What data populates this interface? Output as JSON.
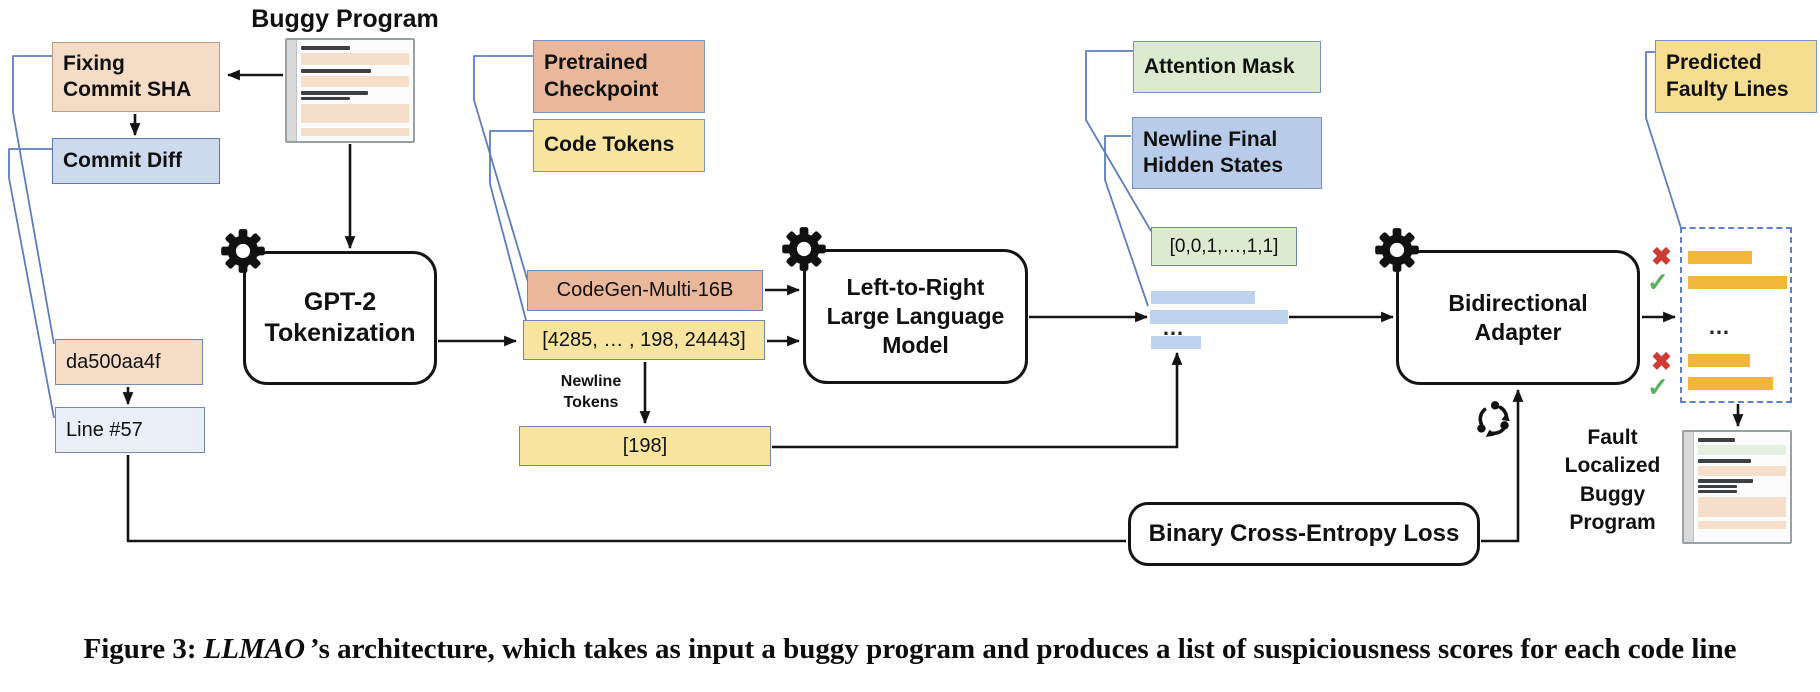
{
  "nodes": {
    "buggy_program_title": "Buggy Program",
    "fixing_commit_sha": "Fixing\nCommit SHA",
    "commit_diff": "Commit Diff",
    "commit_sha_value": "da500aa4f",
    "line_number_value": "Line #57",
    "gpt2_tokenization": "GPT-2\nTokenization",
    "pretrained_checkpoint": "Pretrained\nCheckpoint",
    "code_tokens": "Code Tokens",
    "codegen_model_value": "CodeGen-Multi-16B",
    "code_tokens_value": "[4285, … , 198, 24443]",
    "newline_tokens_label": "Newline\nTokens",
    "newline_token_value": "[198]",
    "llm": "Left-to-Right\nLarge Language\nModel",
    "attention_mask": "Attention Mask",
    "newline_final_hidden_states": "Newline Final\nHidden States",
    "attention_mask_value": "[0,0,1,…,1,1]",
    "hidden_states_ellipsis": "…",
    "bidirectional_adapter": "Bidirectional\nAdapter",
    "binary_cross_entropy_loss": "Binary Cross-Entropy Loss",
    "predicted_faulty_lines": "Predicted\nFaulty Lines",
    "faulty_lines_ellipsis": "…",
    "fault_localized_label": "Fault\nLocalized\nBuggy\nProgram",
    "cross_mark": "✖",
    "check_mark": "✓"
  },
  "caption": {
    "figure_label": "Figure 3:",
    "system_name": "LLMAO",
    "rest": "’s architecture, which takes as input a buggy program and produces a list of suspiciousness scores for each code line"
  },
  "colors": {
    "peach_fill": "#f4dcc6",
    "salmon_fill": "#e9b89b",
    "yellow_fill": "#f7e49e",
    "green_fill": "#dcebd0",
    "blue_fill": "#b8cce9",
    "light_blue_fill": "#cdd9ec",
    "pale_blue_fill": "#eaeef8",
    "hidden_state_bar": "#bdd2ec",
    "faulty_line_bar": "#f2b73a",
    "callout_line": "#5d7dbb",
    "cross_red": "#cf3a32",
    "check_green": "#55b25a"
  }
}
